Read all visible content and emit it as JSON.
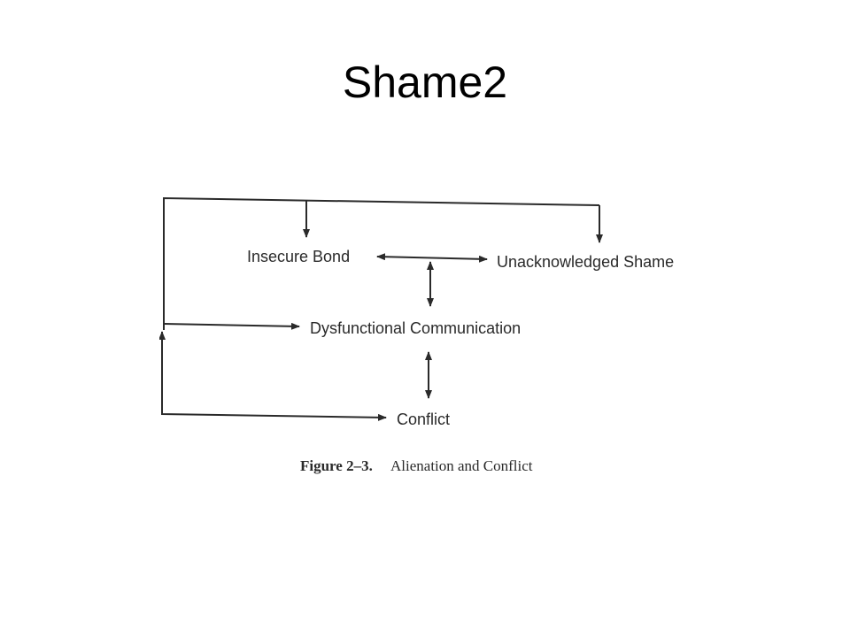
{
  "slide": {
    "title": "Shame2"
  },
  "diagram": {
    "nodes": {
      "insecure_bond": "Insecure Bond",
      "unacknowledged_shame": "Unacknowledged Shame",
      "dysfunctional_communication": "Dysfunctional Communication",
      "conflict": "Conflict"
    },
    "caption": {
      "figure_label": "Figure 2–3.",
      "figure_title": "Alienation and Conflict"
    }
  }
}
